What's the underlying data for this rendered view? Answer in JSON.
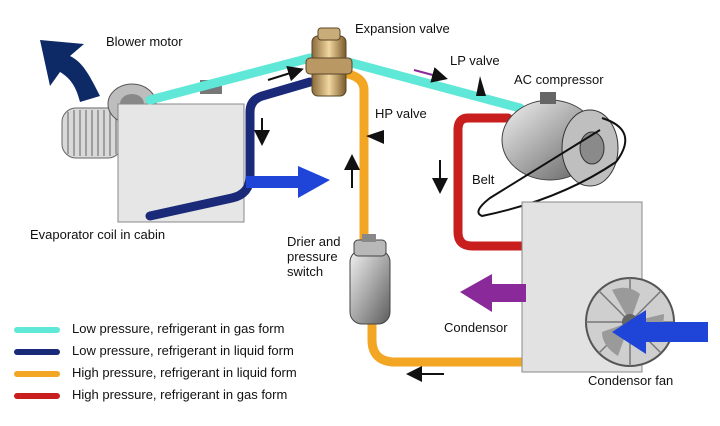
{
  "labels": {
    "blower_motor": "Blower motor",
    "expansion_valve": "Expansion valve",
    "lp_valve": "LP valve",
    "ac_compressor": "AC compressor",
    "hp_valve": "HP valve",
    "belt": "Belt",
    "evaporator": "Evaporator coil in cabin",
    "drier": "Drier and\npressure\nswitch",
    "condensor": "Condensor",
    "condensor_fan": "Condensor fan"
  },
  "legend": [
    {
      "label": "Low pressure, refrigerant in gas form",
      "color": "#5fe8d8"
    },
    {
      "label": "Low pressure, refrigerant in liquid form",
      "color": "#1a2a78"
    },
    {
      "label": "High pressure, refrigerant in liquid form",
      "color": "#f2a623"
    },
    {
      "label": "High pressure, refrigerant in gas form",
      "color": "#c81e1e"
    }
  ],
  "colors": {
    "low_gas": "#5fe8d8",
    "low_liquid": "#1a2a78",
    "high_liquid": "#f2a623",
    "high_gas": "#c81e1e",
    "airflow_blue": "#1f45d8",
    "airflow_dark": "#0e2a66",
    "airflow_purple": "#8a2a9a"
  }
}
